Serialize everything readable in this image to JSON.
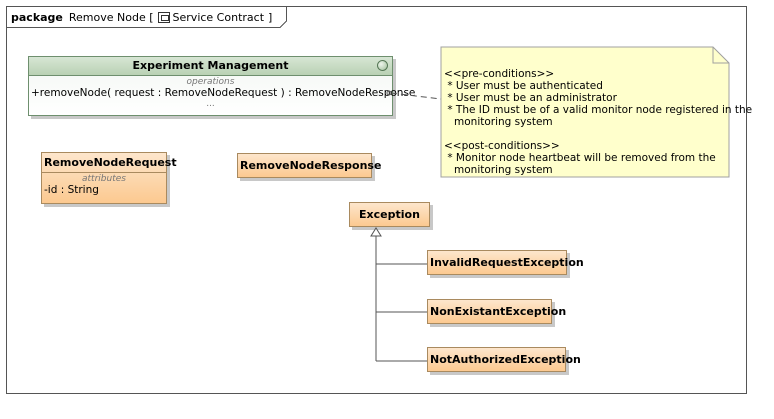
{
  "frame": {
    "keyword": "package",
    "name": "Remove Node [",
    "diagram_name": "Service Contract",
    "bracket_close": "]",
    "icon": "class-diagram-icon"
  },
  "experiment_management": {
    "name": "Experiment Management",
    "compartment_label": "operations",
    "operation": "+removeNode( request : RemoveNodeRequest ) : RemoveNodeResponse",
    "more": "..."
  },
  "remove_node_request": {
    "name": "RemoveNodeRequest",
    "compartment_label": "attributes",
    "attribute": "-id : String"
  },
  "remove_node_response": {
    "name": "RemoveNodeResponse"
  },
  "exception": {
    "name": "Exception",
    "subclasses": [
      {
        "name": "InvalidRequestException"
      },
      {
        "name": "NonExistantException"
      },
      {
        "name": "NotAuthorizedException"
      }
    ]
  },
  "note": {
    "pre_header": "<<pre-conditions>>",
    "pre_lines": [
      " * User must be authenticated",
      " * User must be an administrator",
      " * The ID must be of a valid monitor node registered in the",
      "   monitoring system"
    ],
    "post_header": "<<post-conditions>>",
    "post_lines": [
      " * Monitor node heartbeat will be removed from the",
      "   monitoring system"
    ]
  }
}
